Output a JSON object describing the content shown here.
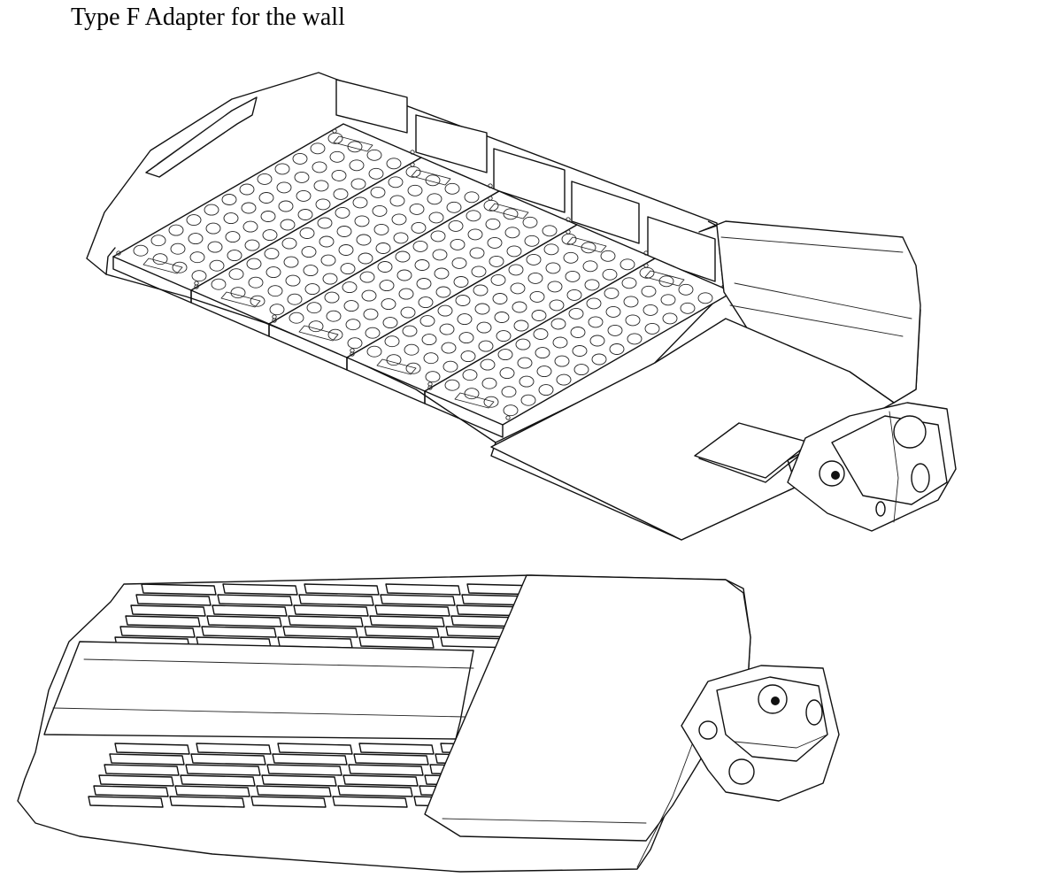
{
  "page": {
    "title": "Type F Adapter for the wall"
  },
  "colors": {
    "line": "#111111",
    "background": "#ffffff"
  },
  "drawings": {
    "top_view": {
      "led_modules": 5,
      "module_rows": 4,
      "module_cols": 12
    },
    "bottom_view": {
      "fin_groups": 2,
      "fin_rows": 6,
      "fin_cols": 5
    }
  }
}
